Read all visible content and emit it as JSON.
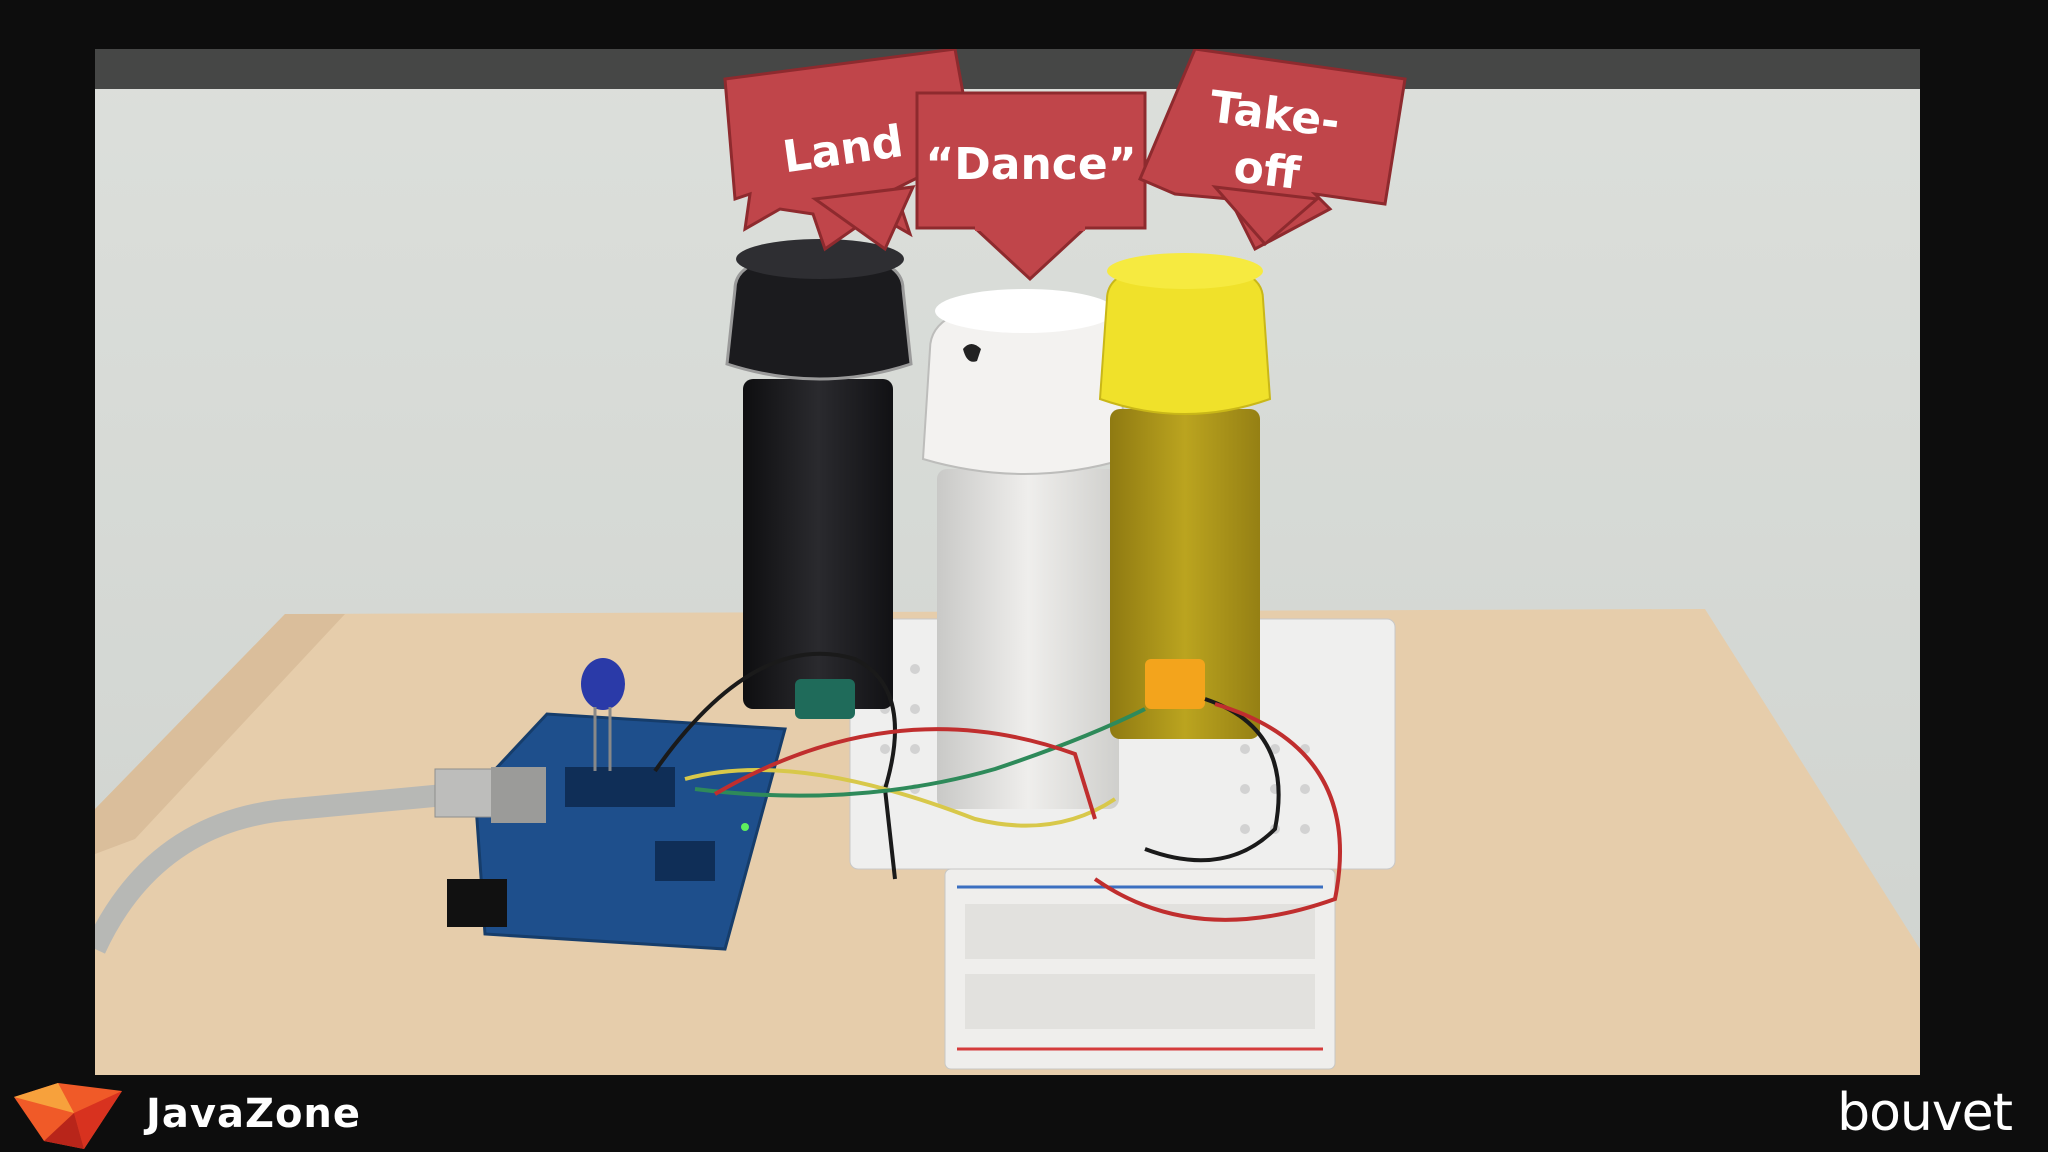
{
  "slide": {
    "photo_subject": "arduino-cup-controller",
    "callouts": {
      "land": "Land",
      "dance": "“Dance”",
      "takeoff_line1": "Take-",
      "takeoff_line2": "off"
    }
  },
  "footer": {
    "event_logo_icon": "javazone-logo-icon",
    "event_name": "JavaZone",
    "sponsor_name": "bouvet"
  },
  "colors": {
    "background": "#0d0d0d",
    "callout_fill": "#c0454a",
    "callout_stroke": "#8e2a2e",
    "cup_black": "#1c1c1f",
    "cup_white": "#ecebea",
    "cup_yellow": "#b9a21c",
    "lid_yellow": "#f1e32a",
    "wood": "#e8cfae",
    "arduino_blue": "#1e4f8c",
    "logo_orange": "#f05a28"
  }
}
